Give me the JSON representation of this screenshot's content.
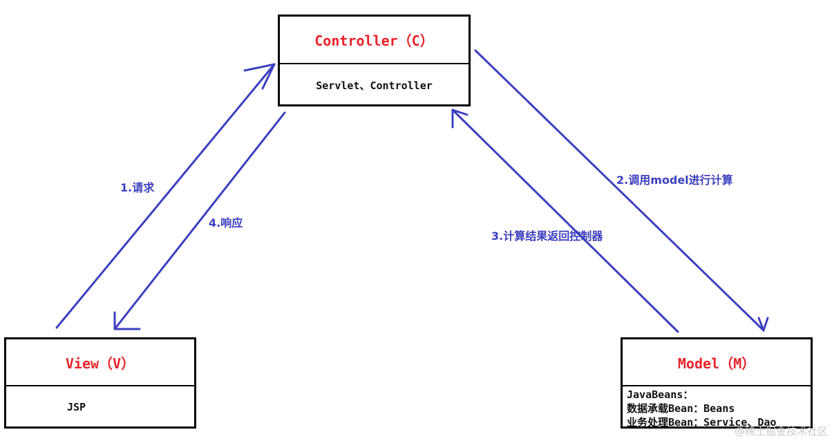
{
  "colors": {
    "title_red": "#e8232a",
    "arrow_blue": "#3b3fbf",
    "border": "#000000"
  },
  "controller": {
    "title": "Controller（C）",
    "body": "Servlet、Controller"
  },
  "view": {
    "title": "View（V）",
    "body": "JSP"
  },
  "model": {
    "title": "Model（M）",
    "body_lines": [
      "JavaBeans：",
      "数据承载Bean：Beans",
      "业务处理Bean：Service、Dao"
    ]
  },
  "edges": {
    "request": "1.请求",
    "call_model": "2.调用model进行计算",
    "return_to_controller": "3.计算结果返回控制器",
    "response": "4.响应"
  },
  "watermark": "@稀土掘金技术社区"
}
